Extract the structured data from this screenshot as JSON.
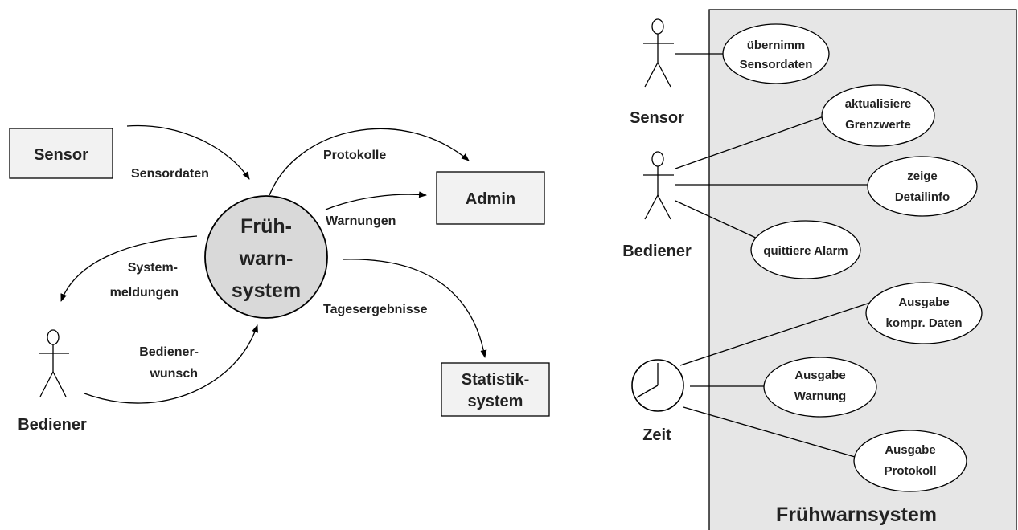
{
  "context_diagram": {
    "center": [
      "Früh-",
      "warn-",
      "system"
    ],
    "entities": {
      "sensor": "Sensor",
      "admin": "Admin",
      "statistik": [
        "Statistik-",
        "system"
      ],
      "bediener": "Bediener"
    },
    "flows": {
      "sensordaten": "Sensordaten",
      "protokolle": "Protokolle",
      "warnungen": "Warnungen",
      "systemmeldungen": [
        "System-",
        "meldungen"
      ],
      "tagesergebnisse": "Tagesergebnisse",
      "bedienerwunsch": [
        "Bediener-",
        "wunsch"
      ]
    }
  },
  "use_case_diagram": {
    "system_name": "Frühwarnsystem",
    "actors": {
      "sensor": "Sensor",
      "bediener": "Bediener",
      "zeit": "Zeit"
    },
    "use_cases": {
      "uebernimm": [
        "übernimm",
        "Sensordaten"
      ],
      "aktualisiere": [
        "aktualisiere",
        "Grenzwerte"
      ],
      "zeige": [
        "zeige",
        "Detailinfo"
      ],
      "quittiere": [
        "quittiere Alarm"
      ],
      "ausgabe_kompr": [
        "Ausgabe",
        "kompr. Daten"
      ],
      "ausgabe_warnung": [
        "Ausgabe",
        "Warnung"
      ],
      "ausgabe_protokoll": [
        "Ausgabe",
        "Protokoll"
      ]
    }
  }
}
